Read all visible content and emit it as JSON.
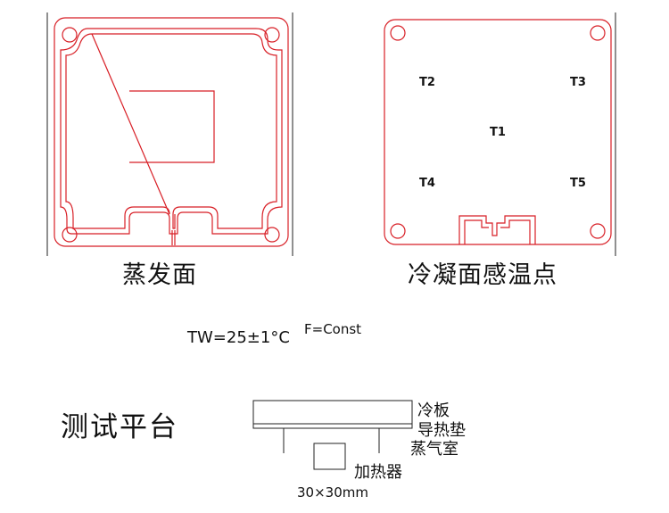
{
  "colors": {
    "outline": "#d81f26",
    "stroke": "#222222",
    "text": "#111111"
  },
  "left_panel": {
    "caption": "蒸发面"
  },
  "right_panel": {
    "caption": "冷凝面感温点",
    "points": [
      {
        "id": "T1",
        "label": "T1"
      },
      {
        "id": "T2",
        "label": "T2"
      },
      {
        "id": "T3",
        "label": "T3"
      },
      {
        "id": "T4",
        "label": "T4"
      },
      {
        "id": "T5",
        "label": "T5"
      }
    ]
  },
  "conditions": {
    "tw": "TW=25±1°C",
    "f": "F=Const"
  },
  "test_rig": {
    "title": "测试平台",
    "labels": {
      "cold_plate": "冷板",
      "thermal_pad": "导热垫",
      "vapor_chamber": "蒸气室",
      "heater": "加热器",
      "heater_size": "30×30mm"
    }
  }
}
